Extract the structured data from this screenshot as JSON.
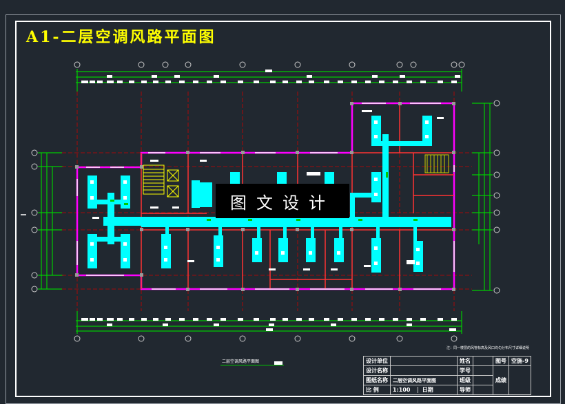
{
  "drawing": {
    "title": "A1-二层空调风路平面图",
    "watermark": "图文设计",
    "caption": "二层空调风路平面图",
    "note": "注：同一楼层的风管标高及风口均匀分布尺寸详细说明",
    "colors": {
      "background": "#212830",
      "title": "#ffff00",
      "duct": "#00ffff",
      "wall": "#ff3333",
      "wall_outline": "#ff00ff",
      "dimension": "#00cc00",
      "stair": "#ffff00",
      "border": "#ffffff"
    }
  },
  "title_block": {
    "design_unit_label": "设计单位",
    "design_unit_value": "",
    "design_name_label": "设计名称",
    "design_name_value": "",
    "drawing_name_label": "图纸名称",
    "drawing_name_value": "二层空调风路平面图",
    "scale_label": "比 例",
    "scale_value": "1:100",
    "date_label": "日期",
    "date_value": "",
    "name_label": "姓名",
    "student_id_label": "学号",
    "class_label": "班级",
    "advisor_label": "导师",
    "drawing_no_label": "图号",
    "drawing_no_value": "空施-9",
    "grade_label": "成绩"
  }
}
